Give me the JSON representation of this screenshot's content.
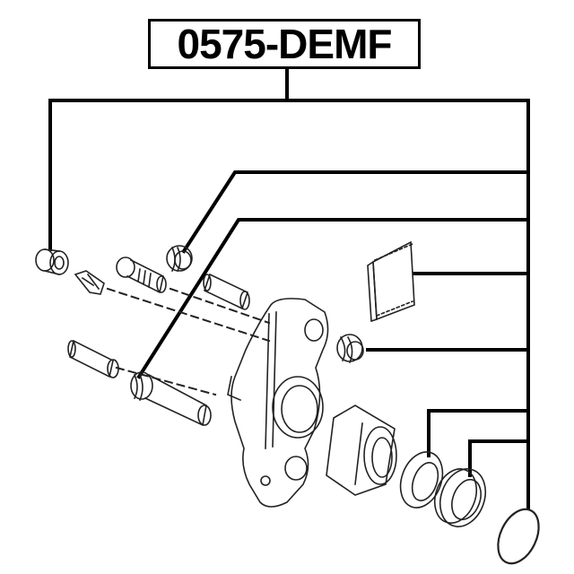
{
  "diagram": {
    "part_number": "0575-DEMF",
    "type": "brake caliper repair kit exploded view",
    "colors": {
      "line": "#000000",
      "background": "#ffffff",
      "drawing": "#222222"
    },
    "components": [
      {
        "id": "bushing-left",
        "name": "rubber bushing"
      },
      {
        "id": "bleeder-screw",
        "name": "bleeder screw"
      },
      {
        "id": "guide-bolt-upper",
        "name": "guide bolt"
      },
      {
        "id": "boot-upper",
        "name": "guide pin boot"
      },
      {
        "id": "guide-pin-upper",
        "name": "guide pin"
      },
      {
        "id": "guide-pin-lower",
        "name": "guide pin"
      },
      {
        "id": "boot-lower",
        "name": "guide pin boot with pin"
      },
      {
        "id": "caliper-body",
        "name": "caliper housing"
      },
      {
        "id": "anti-rattle-clip",
        "name": "pad clip"
      },
      {
        "id": "boot-right",
        "name": "guide pin boot"
      },
      {
        "id": "piston",
        "name": "piston"
      },
      {
        "id": "piston-seal",
        "name": "piston seal"
      },
      {
        "id": "dust-boot",
        "name": "piston dust boot"
      },
      {
        "id": "o-ring",
        "name": "o-ring"
      }
    ]
  }
}
